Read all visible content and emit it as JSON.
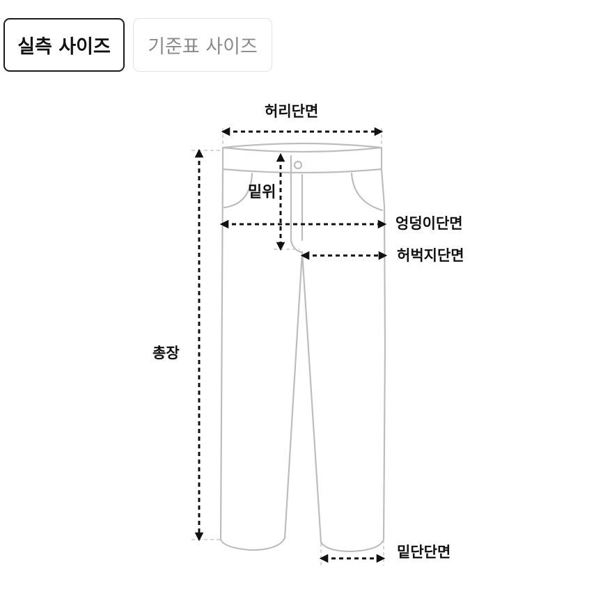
{
  "tabs": [
    {
      "label": "실측 사이즈",
      "active": true
    },
    {
      "label": "기준표 사이즈",
      "active": false
    }
  ],
  "diagram": {
    "subject": "pants",
    "labels": {
      "waist": "허리단면",
      "rise": "밑위",
      "hip": "엉덩이단면",
      "thigh": "허벅지단면",
      "total_length": "총장",
      "hem": "밑단단면"
    },
    "colors": {
      "outline": "#bdbdbd",
      "arrow": "#111111",
      "guide": "#c8c8c8"
    }
  }
}
